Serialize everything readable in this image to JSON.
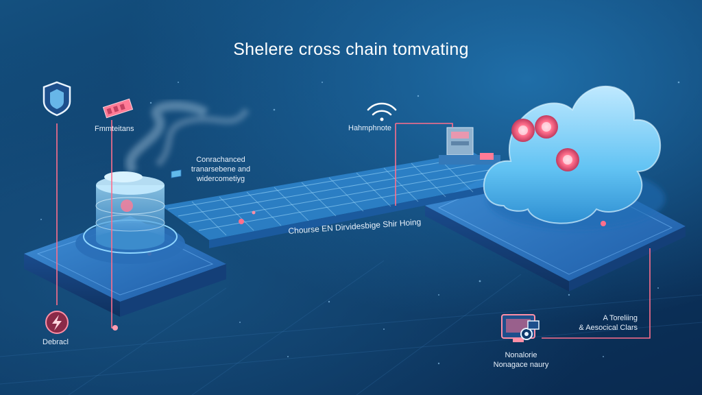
{
  "title": "Shelere cross chain tomvating",
  "labels": {
    "top_left": "Fmmteitans",
    "top_center": "Hahmphnote",
    "middle_left": [
      "Conrachanced",
      "tranarsebene and",
      "widercometiyg"
    ],
    "rail": "Chourse EN Dirvidesbige Shir Hoing",
    "bottom_left": "Debracl",
    "bottom_right": [
      "A Toreliing",
      "& Aesocical Clars"
    ],
    "bottom_right_device": [
      "Nonalorie",
      "Nonagace naury"
    ]
  },
  "icons": [
    "shield-icon",
    "chip-icon",
    "wifi-icon",
    "bolt-icon",
    "monitor-icon",
    "cloud-icon",
    "database-icon"
  ],
  "colors": {
    "accent_pink": "#ff6f8c",
    "glass_blue": "#7fd3ff",
    "rail_blue": "#4ab8f2"
  }
}
